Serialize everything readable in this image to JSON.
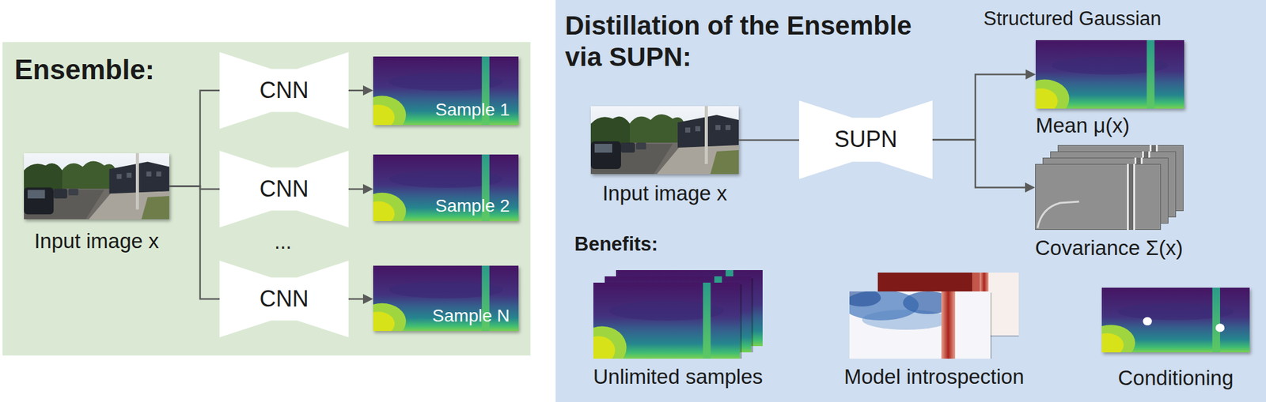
{
  "diagram": {
    "nodes": [
      {
        "text": [
          "Ensemble:"
        ]
      },
      {
        "text": [
          "Input image x"
        ],
        "in": 0
      },
      {
        "text": [
          "CNN"
        ],
        "in": 0
      },
      {
        "text": [
          "CNN"
        ],
        "in": 0
      },
      {
        "text": [
          "CNN"
        ],
        "in": 0
      },
      {
        "text": [
          "Sample 1"
        ],
        "in": 0
      },
      {
        "text": [
          "Sample 2"
        ],
        "in": 0
      },
      {
        "text": [
          "Sample N"
        ],
        "in": 0
      },
      {
        "text": [
          "Distillation of the Ensemble via SUPN:"
        ]
      },
      {
        "text": [
          "Input image x"
        ],
        "in": 8
      },
      {
        "text": [
          "SUPN"
        ],
        "in": 8
      },
      {
        "text": [
          "Mean μ(x)"
        ],
        "in": 8
      },
      {
        "text": [
          "Covariance Σ(x)"
        ],
        "in": 8
      },
      {
        "text": [
          "Unlimited samples"
        ],
        "in": 8
      },
      {
        "text": [
          "Model introspection"
        ],
        "in": 8
      },
      {
        "text": [
          "Conditioning"
        ],
        "in": 8
      }
    ],
    "edges": [
      {
        "from": 1,
        "to": 2,
        "arrow": "none"
      },
      {
        "from": 1,
        "to": 3,
        "arrow": "none"
      },
      {
        "from": 1,
        "to": 4,
        "arrow": "none"
      },
      {
        "from": 2,
        "to": 5,
        "arrow": "to"
      },
      {
        "from": 3,
        "to": 6,
        "arrow": "to"
      },
      {
        "from": 4,
        "to": 7,
        "arrow": "to"
      },
      {
        "from": 9,
        "to": 10,
        "arrow": "none"
      },
      {
        "from": 10,
        "to": 11,
        "arrow": "to"
      },
      {
        "from": 10,
        "to": 12,
        "arrow": "to"
      }
    ],
    "labels": [
      "...",
      "Structured Gaussian",
      "Benefits:"
    ]
  }
}
